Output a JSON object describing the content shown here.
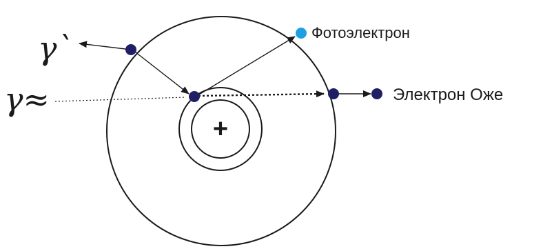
{
  "labels": {
    "gamma_prime": "γ`",
    "gamma_incident": "γ≈",
    "photoelectron": "Фотоэлектрон",
    "auger_electron": "Электрон Оже",
    "nucleus_sign": "+"
  },
  "colors": {
    "line": "#1a1a1a",
    "electron": "#1f1f66",
    "photoelectron": "#1ea0e0",
    "background": "#ffffff"
  }
}
